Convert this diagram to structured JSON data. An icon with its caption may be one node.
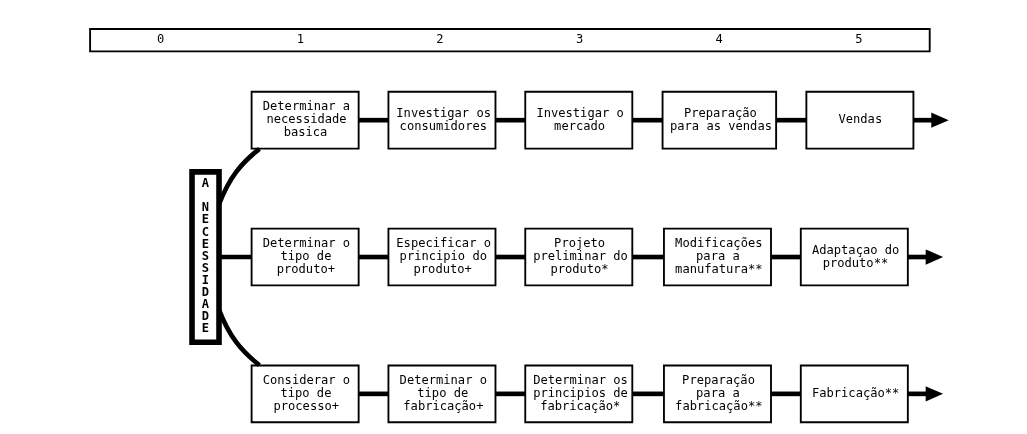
{
  "diagram": {
    "nodes": [
      {
        "text": [
          "0",
          "1",
          "2",
          "3",
          "4",
          "5"
        ]
      },
      {
        "text": [
          "A NECESSIDADE"
        ]
      },
      {
        "text": [
          "Determinar a necessidade basica"
        ]
      },
      {
        "text": [
          "Investigar os consumidores"
        ]
      },
      {
        "text": [
          "Investigar o mercado"
        ]
      },
      {
        "text": [
          "Preparação para as vendas"
        ]
      },
      {
        "text": [
          "Vendas"
        ]
      },
      {
        "text": [
          "Determinar o tipo de produto+"
        ]
      },
      {
        "text": [
          "Especificar o principio do produto+"
        ]
      },
      {
        "text": [
          "Projeto preliminar do produto*"
        ]
      },
      {
        "text": [
          "Modificações para a manufatura**"
        ]
      },
      {
        "text": [
          "Adaptaçao do produto**"
        ]
      },
      {
        "text": [
          "Considerar o tipo de processo+"
        ]
      },
      {
        "text": [
          "Determinar o tipo de fabricação+"
        ]
      },
      {
        "text": [
          "Determinar os principios de fabricação*"
        ]
      },
      {
        "text": [
          "Preparação para a fabricação**"
        ]
      },
      {
        "text": [
          "Fabricação**"
        ]
      }
    ],
    "edges": [
      {
        "from": 1,
        "to": 2,
        "arrow": "none"
      },
      {
        "from": 2,
        "to": 3,
        "arrow": "none"
      },
      {
        "from": 3,
        "to": 4,
        "arrow": "none"
      },
      {
        "from": 4,
        "to": 5,
        "arrow": "none"
      },
      {
        "from": 5,
        "to": 6,
        "arrow": "none"
      },
      {
        "from": 6,
        "to": null,
        "arrow": "to"
      },
      {
        "from": 1,
        "to": 7,
        "arrow": "none"
      },
      {
        "from": 7,
        "to": 8,
        "arrow": "none"
      },
      {
        "from": 8,
        "to": 9,
        "arrow": "none"
      },
      {
        "from": 9,
        "to": 10,
        "arrow": "none"
      },
      {
        "from": 10,
        "to": 11,
        "arrow": "none"
      },
      {
        "from": 11,
        "to": null,
        "arrow": "to"
      },
      {
        "from": 1,
        "to": 12,
        "arrow": "none"
      },
      {
        "from": 12,
        "to": 13,
        "arrow": "none"
      },
      {
        "from": 13,
        "to": 14,
        "arrow": "none"
      },
      {
        "from": 14,
        "to": 15,
        "arrow": "none"
      },
      {
        "from": 15,
        "to": 16,
        "arrow": "none"
      },
      {
        "from": 16,
        "to": null,
        "arrow": "to"
      }
    ]
  }
}
